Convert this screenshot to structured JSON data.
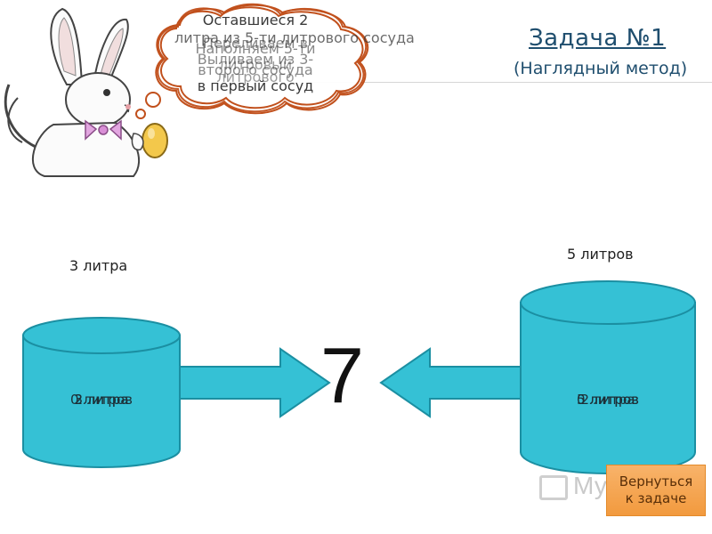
{
  "header": {
    "title": "Задача №1",
    "subtitle": "(Наглядный метод)"
  },
  "bubble": {
    "lines": [
      "Оставшиеся 2",
      "литра из 5-ти литрового сосуда",
      "в первый сосуд",
      "Переливаем в",
      "Наполняем 5-ти",
      "Выливаем из 3-",
      "второго сосуда",
      "литрового",
      "литровый"
    ]
  },
  "vessel_small": {
    "label": "3 литра",
    "values": [
      "0 литров",
      "3 литра",
      "2 литра"
    ]
  },
  "vessel_large": {
    "label": "5 литров",
    "values": [
      "5 литров",
      "2 литра",
      "0 литров"
    ]
  },
  "result": {
    "value": "7"
  },
  "nav": {
    "return_label_1": "Вернуться",
    "return_label_2": "к задаче"
  },
  "watermark": {
    "text": "MyShared"
  },
  "colors": {
    "water": "#35c1d5",
    "water_dark": "#1b8fa2",
    "arrow": "#35c1d5",
    "button": "#f4a24c"
  }
}
